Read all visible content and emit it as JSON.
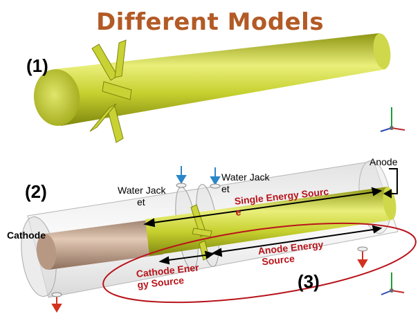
{
  "title": "Different Models",
  "model_labels": [
    "(1)",
    "(2)",
    "(3)"
  ],
  "labels": {
    "water_jacket_left": [
      "Water Jack",
      "et"
    ],
    "water_jacket_right": [
      "Water Jack",
      "et"
    ],
    "anode": "Anode",
    "cathode": "Cathode",
    "single_energy_source": [
      "Single Energy Sourc",
      "e"
    ],
    "anode_energy_source": [
      "Anode Energy",
      "Source"
    ],
    "cathode_energy_source": [
      "Cathode Ener",
      "gy Source"
    ]
  },
  "colors": {
    "title": "#b35a25",
    "rod": "#c4cf2e",
    "annotation_red": "#b8141b",
    "water_arrow": "#2a86c8"
  },
  "icons": [
    "axis-triad-icon",
    "water-inlet-arrow-icon",
    "water-outlet-arrow-icon"
  ]
}
